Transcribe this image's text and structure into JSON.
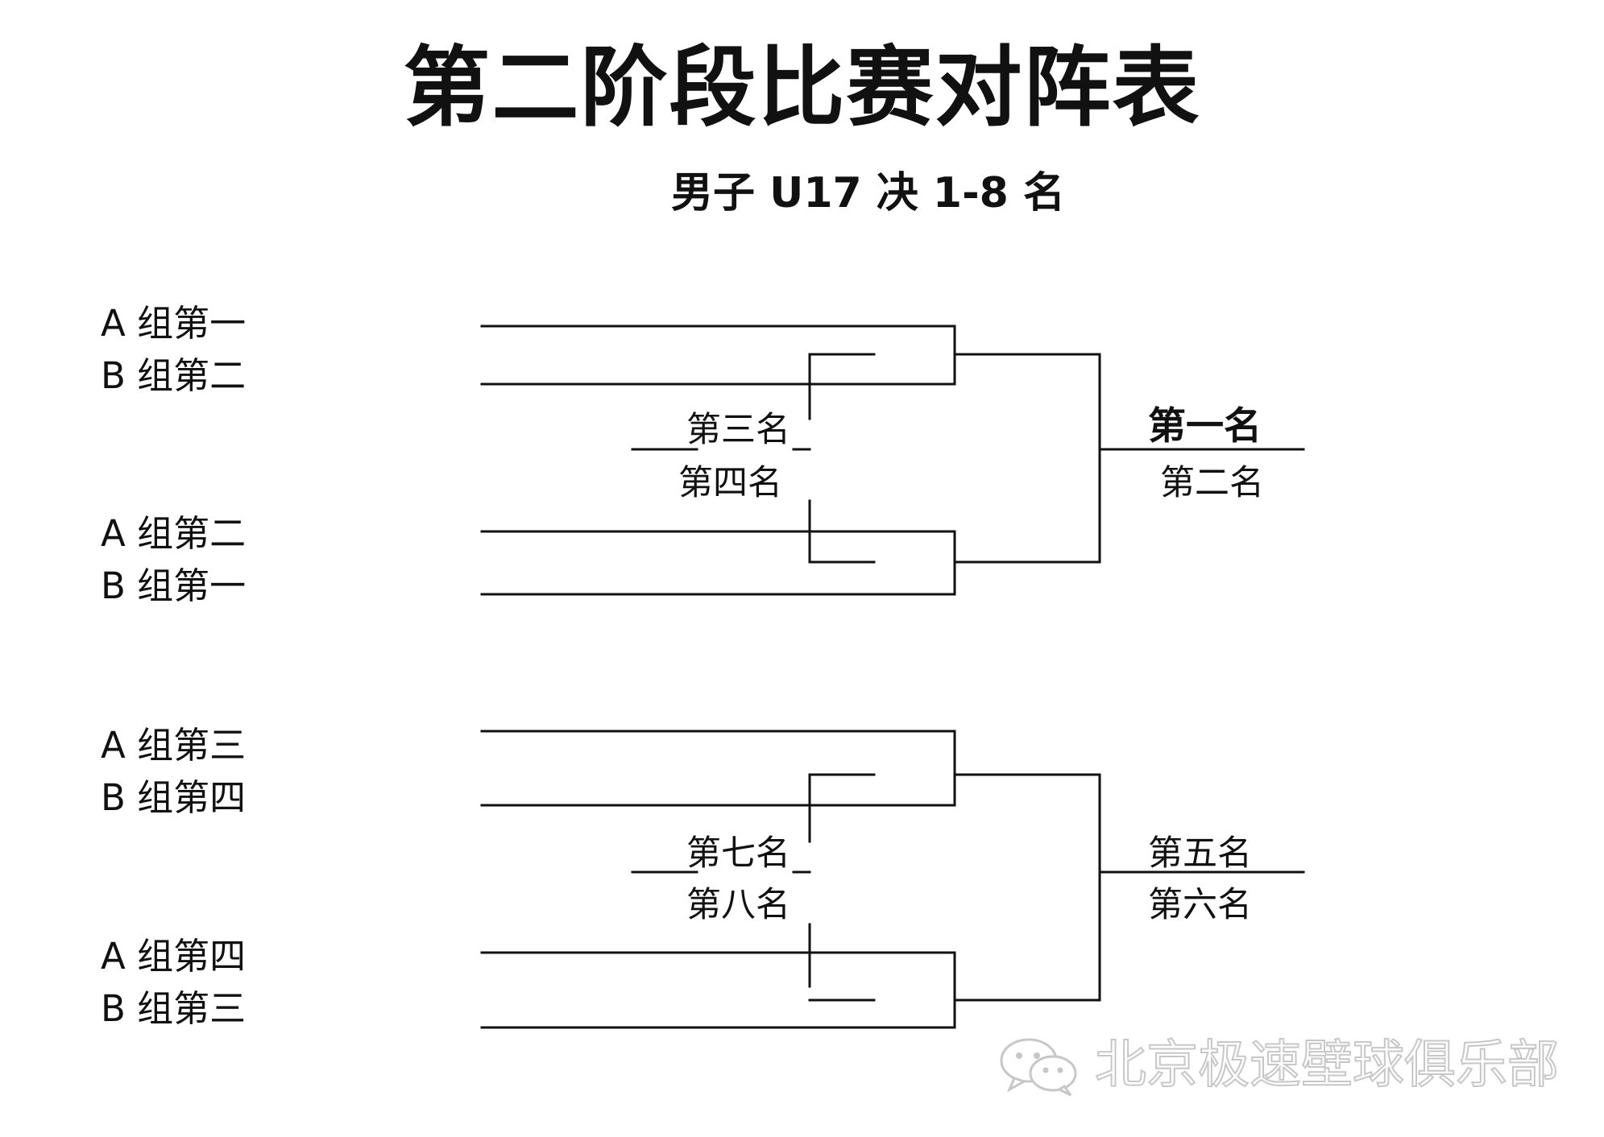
{
  "title": "第二阶段比赛对阵表",
  "subtitle": "男子 U17 决 1-8 名",
  "teams": [
    "A 组第一",
    "B 组第二",
    "A 组第二",
    "B 组第一",
    "A 组第三",
    "B 组第四",
    "A 组第四",
    "B 组第三"
  ],
  "places": {
    "first": "第一名",
    "second": "第二名",
    "third": "第三名",
    "fourth": "第四名",
    "fifth": "第五名",
    "sixth": "第六名",
    "seventh": "第七名",
    "eighth": "第八名"
  },
  "watermark": {
    "text": "北京极速壁球俱乐部",
    "icon": "wechat-icon"
  }
}
